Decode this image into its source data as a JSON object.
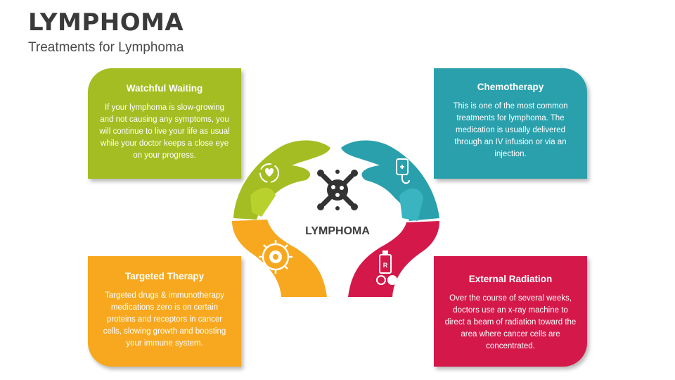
{
  "header": {
    "title": "LYMPHOMA",
    "subtitle": "Treatments for Lymphoma"
  },
  "center": {
    "label": "LYMPHOMA",
    "icon": "virus-cell-icon"
  },
  "cards": [
    {
      "id": "watchful-waiting",
      "title": "Watchful Waiting",
      "text": "If your lymphoma is slow-growing and not causing any symptoms, you will continue to live your life as usual while your doctor keeps a close eye on your progress.",
      "color": "#a4bd22",
      "icon": "heart-cycle-icon"
    },
    {
      "id": "chemotherapy",
      "title": "Chemotherapy",
      "text": "This is one of the most common treatments for lymphoma. The medication is usually delivered through an IV infusion or via an injection.",
      "color": "#2aa0ad",
      "icon": "iv-bag-icon"
    },
    {
      "id": "targeted-therapy",
      "title": "Targeted Therapy",
      "text": "Targeted drugs & immunotherapy medications zero is on certain proteins and receptors in cancer cells, slowing growth and boosting your immune system.",
      "color": "#f7a81f",
      "icon": "target-cell-icon"
    },
    {
      "id": "external-radiation",
      "title": "External Radiation",
      "text": "Over the course of several weeks, doctors use an x-ray machine to direct a beam of radiation toward the area where cancer cells are concentrated.",
      "color": "#d4194a",
      "icon": "radiation-pills-icon"
    }
  ]
}
